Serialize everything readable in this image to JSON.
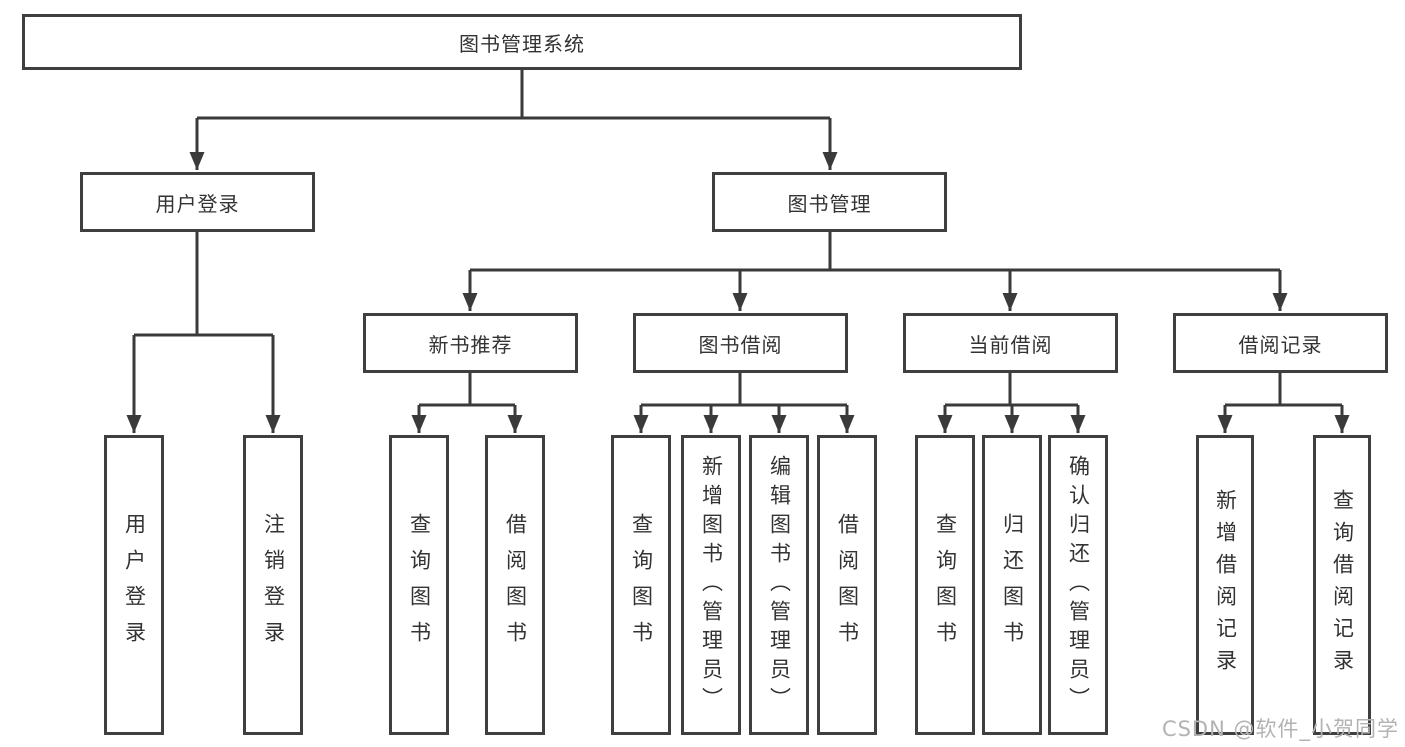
{
  "diagram": {
    "root": {
      "label": "图书管理系统"
    },
    "level2": [
      {
        "id": "user-login",
        "label": "用户登录"
      },
      {
        "id": "book-mgmt",
        "label": "图书管理"
      }
    ],
    "level3": [
      {
        "id": "new-book-recommend",
        "label": "新书推荐"
      },
      {
        "id": "book-borrow",
        "label": "图书借阅"
      },
      {
        "id": "current-borrow",
        "label": "当前借阅"
      },
      {
        "id": "borrow-record",
        "label": "借阅记录"
      }
    ],
    "leaves": {
      "user_login": [
        "用户登录",
        "注销登录"
      ],
      "new_book": [
        "查询图书",
        "借阅图书"
      ],
      "book_borrow": [
        "查询图书",
        "新增图书（管理员）",
        "编辑图书（管理员）",
        "借阅图书"
      ],
      "current_borrow": [
        "查询图书",
        "归还图书",
        "确认归还（管理员）"
      ],
      "borrow_record": [
        "新增借阅记录",
        "查询借阅记录"
      ]
    },
    "colors": {
      "line": "#3a3a3a",
      "border": "#3f3f3f",
      "text": "#333333",
      "watermark_text": "#b3b3b3"
    }
  },
  "watermark": {
    "text": "CSDN @软件_小贺同学"
  }
}
